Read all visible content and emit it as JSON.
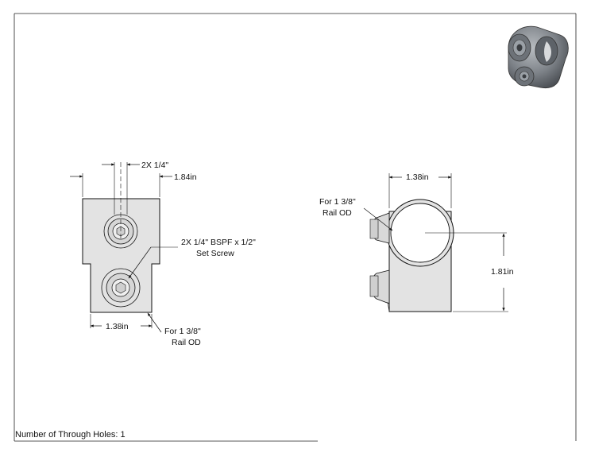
{
  "drawing": {
    "front_view": {
      "top_dim": "2X 1/4\"",
      "right_dim": "1.84in",
      "screw_note_line1": "2X 1/4\" BSPF x 1/2\"",
      "screw_note_line2": "Set Screw",
      "bottom_dim": "1.38in",
      "rail_note_line1": "For 1 3/8\"",
      "rail_note_line2": "Rail OD"
    },
    "side_view": {
      "top_dim": "1.38in",
      "rail_note_line1": "For 1 3/8\"",
      "rail_note_line2": "Rail OD",
      "height_dim": "1.81in"
    },
    "footer": {
      "through_holes": "Number of Through Holes: 1"
    }
  },
  "colors": {
    "part_fill": "#e3e3e3",
    "line": "#111111",
    "iso_body": "#7d8288"
  },
  "icons": {
    "iso_view": "tee-fitting-render-icon"
  }
}
